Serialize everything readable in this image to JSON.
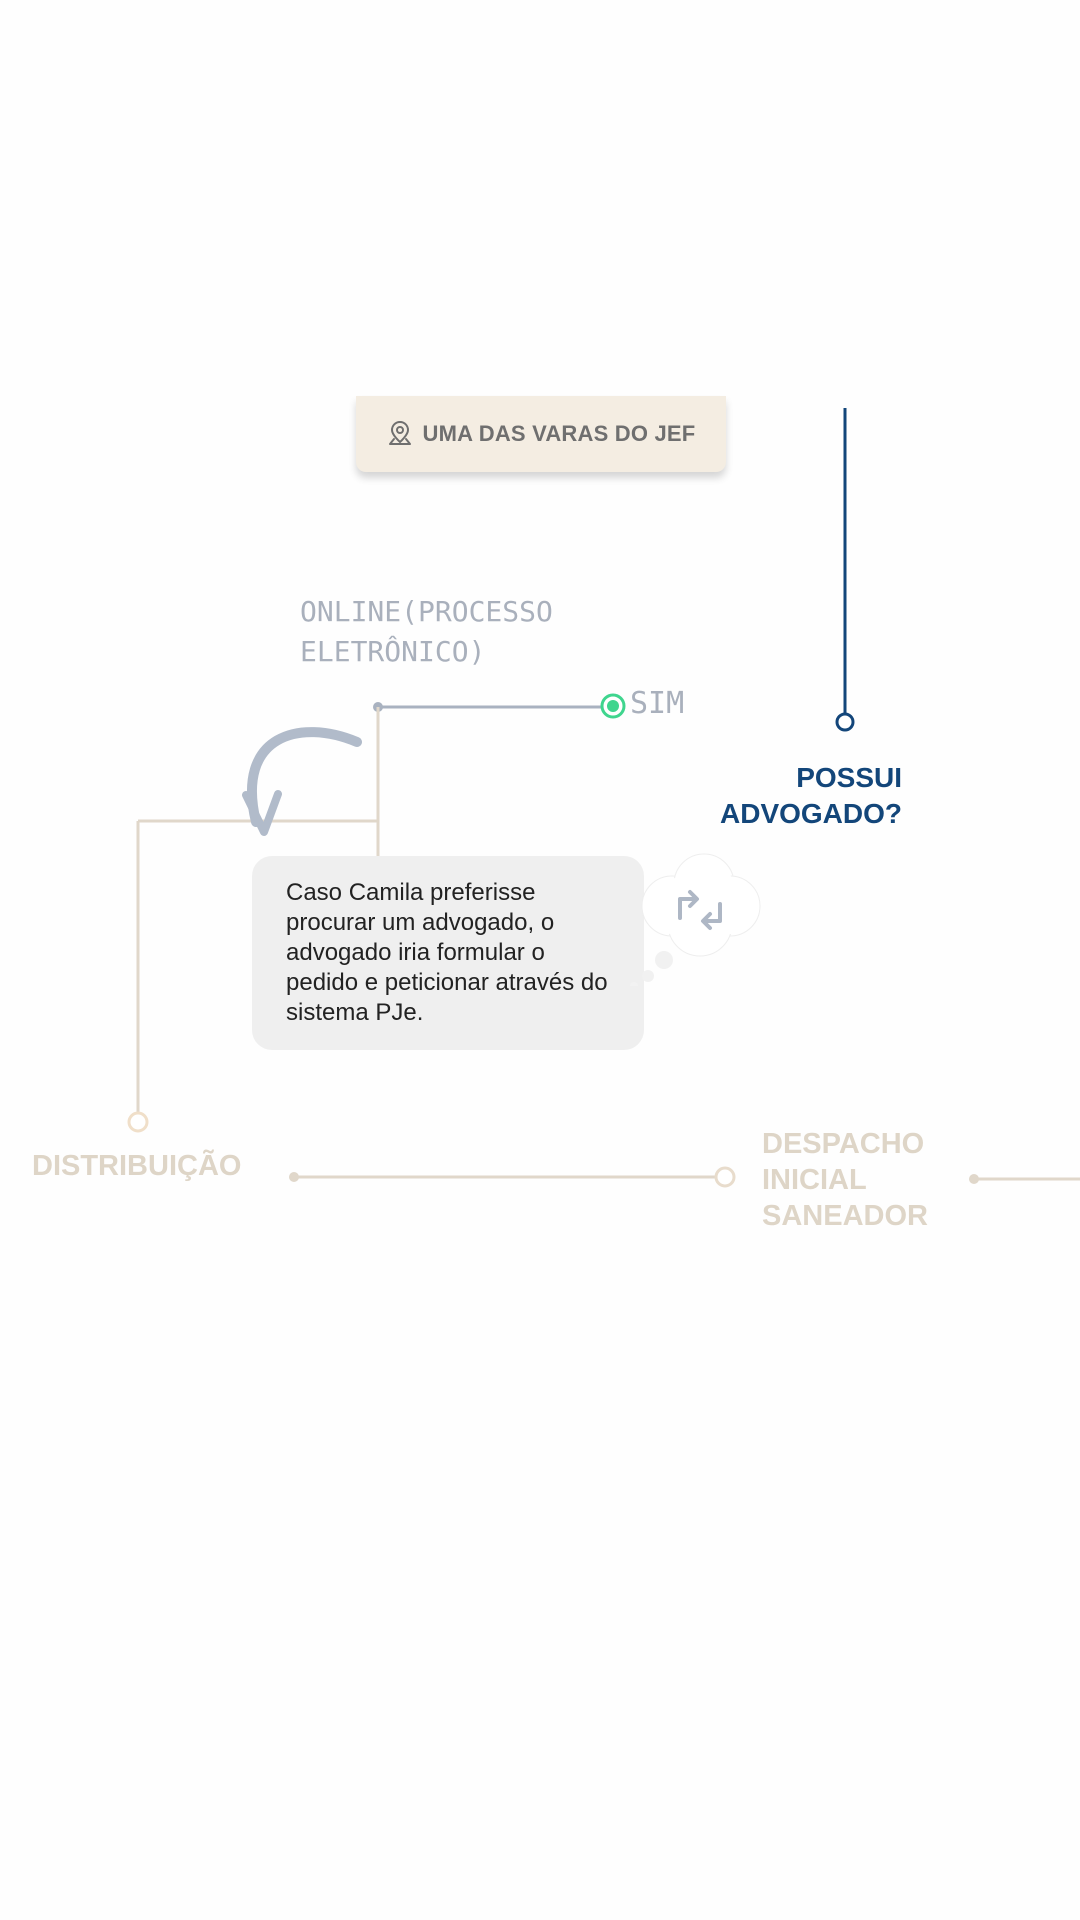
{
  "location": {
    "icon": "map-pin-icon",
    "label": "UMA DAS VARAS DO JEF"
  },
  "branch": {
    "mode_label": "ONLINE(PROCESSO\nELETRÔNICO)",
    "option_label": "SIM",
    "option_color": "#3fd58e"
  },
  "question": {
    "text": "POSSUI\nADVOGADO?",
    "color": "#13467a"
  },
  "note": {
    "text": "Caso Camila preferisse procurar um advogado, o advogado iria formular o pedido e peticionar através do sistema PJe.",
    "icon": "swap-arrows-cloud-icon"
  },
  "stages": [
    {
      "label": "DISTRIBUIÇÃO"
    },
    {
      "label": "DESPACHO\nINICIAL\nSANEADOR"
    }
  ],
  "colors": {
    "line_beige": "#e0d7ca",
    "line_gray": "#a9b2c0",
    "arrow_gray": "#b1bbca",
    "accent_blue": "#13467a",
    "accent_green": "#3fd58e"
  }
}
